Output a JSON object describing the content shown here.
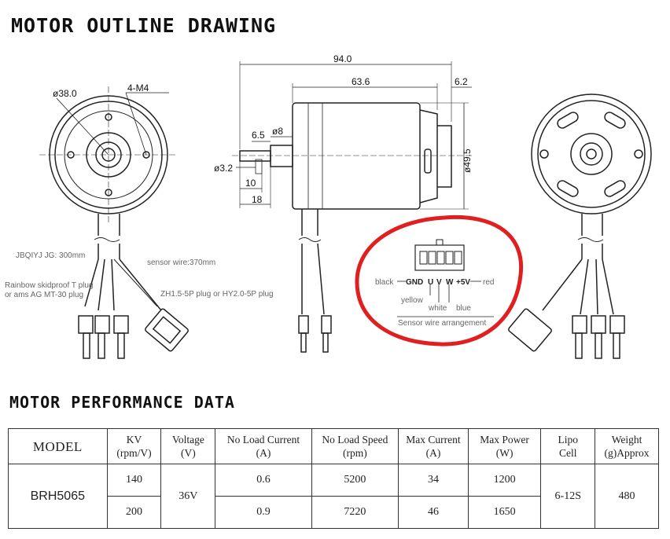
{
  "titles": {
    "outline": "MOTOR OUTLINE DRAWING",
    "performance": "MOTOR PERFORMANCE DATA"
  },
  "dimensions": {
    "front_dia": "ø38.0",
    "screws": "4-M4",
    "overall_length": "94.0",
    "body_length": "63.6",
    "end_length": "6.2",
    "body_dia": "ø49.5",
    "shaft_step": "6.5",
    "shaft_boss_dia": "ø8",
    "shaft_dia": "ø3.2",
    "shaft_len_a": "10",
    "shaft_len_b": "18"
  },
  "labels": {
    "main_wire": "JBQIYJ JG: 300mm",
    "sensor_wire": "sensor wire:370mm",
    "plug_line1": "Rainbow skidproof T plug",
    "plug_line2": "or ams AG MT-30 plug",
    "sensor_plug": "ZH1.5-5P plug or HY2.0-5P plug"
  },
  "sensor_connector": {
    "pins": [
      "GND",
      "U",
      "V",
      "W",
      "+5V"
    ],
    "left_color": "black",
    "right_color": "red",
    "yellow": "yellow",
    "white": "white",
    "blue": "blue",
    "caption": "Sensor wire arrangement",
    "highlight_color": "#e02020"
  },
  "table": {
    "headers": {
      "model": "MODEL",
      "kv1": "KV",
      "kv2": "(rpm/V)",
      "volt1": "Voltage",
      "volt2": "(V)",
      "nlc1": "No Load Current",
      "nlc2": "(A)",
      "nls1": "No Load Speed",
      "nls2": "(rpm)",
      "mc1": "Max Current",
      "mc2": "(A)",
      "mp1": "Max Power",
      "mp2": "(W)",
      "lipo1": "Lipo",
      "lipo2": "Cell",
      "w1": "Weight",
      "w2": "(g)Approx"
    },
    "model": "BRH5065",
    "voltage": "36V",
    "lipo": "6-12S",
    "weight": "480",
    "rows": [
      {
        "kv": "140",
        "nlc": "0.6",
        "nls": "5200",
        "mc": "34",
        "mp": "1200"
      },
      {
        "kv": "200",
        "nlc": "0.9",
        "nls": "7220",
        "mc": "46",
        "mp": "1650"
      }
    ]
  }
}
